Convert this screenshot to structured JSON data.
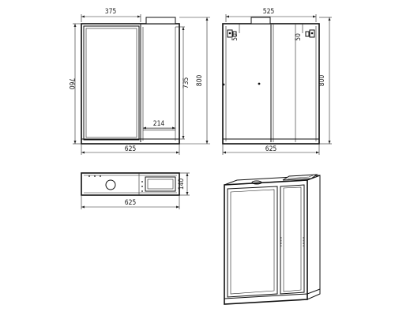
{
  "front_view": {
    "width_top": "375",
    "height_left": "760",
    "height_inner": "735",
    "height_right": "800",
    "shelf_width": "214",
    "width_bottom": "625"
  },
  "back_view": {
    "width_top": "525",
    "offset_left": "50",
    "offset_right": "50",
    "height_right": "800",
    "width_bottom": "625"
  },
  "top_view": {
    "depth": "140",
    "width_bottom": "625"
  }
}
